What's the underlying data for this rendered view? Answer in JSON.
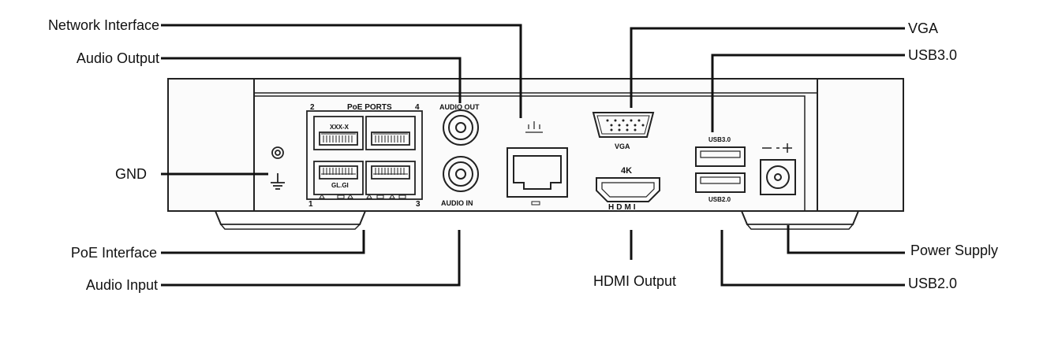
{
  "callouts": {
    "network_interface": "Network Interface",
    "audio_output": "Audio Output",
    "gnd": "GND",
    "poe_interface": "PoE Interface",
    "audio_input": "Audio Input",
    "hdmi_output": "HDMI Output",
    "vga": "VGA",
    "usb30": "USB3.0",
    "power_supply": "Power Supply",
    "usb20": "USB2.0"
  },
  "panel": {
    "poe_ports": "PoE PORTS",
    "port_2": "2",
    "port_4": "4",
    "port_1": "1",
    "port_3": "3",
    "poe_marking_top": "XXX-X",
    "poe_marking_bottom": "GL.GI",
    "audio_out": "AUDIO OUT",
    "audio_in": "AUDIO IN",
    "vga": "VGA",
    "usb30": "USB3.0",
    "usb20": "USB2.0",
    "hdmi_4k": "4K",
    "hdmi_logo": "HDMI"
  }
}
